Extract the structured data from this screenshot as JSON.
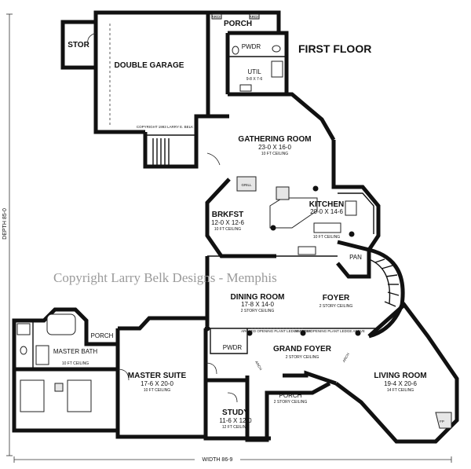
{
  "title": "FIRST FLOOR",
  "watermark": "Copyright Larry Belk Designs - Memphis",
  "copyright_note": "COPYRIGHT 1993 LARRY E. BELK",
  "dimensions": {
    "width": "WIDTH 86-9",
    "depth": "DEPTH 85-0"
  },
  "rooms": {
    "stor": {
      "name": "STOR"
    },
    "garage": {
      "name": "DOUBLE GARAGE"
    },
    "porch_top": {
      "name": "PORCH"
    },
    "arch_a": {
      "name": "ARCH"
    },
    "arch_b": {
      "name": "ARCH"
    },
    "pwdr_top": {
      "name": "PWDR"
    },
    "util": {
      "name": "UTIL",
      "size": "9-8 X 7-6"
    },
    "gathering": {
      "name": "GATHERING ROOM",
      "size": "23-0 X 16-0",
      "ceiling": "10 FT CEILING"
    },
    "kitchen": {
      "name": "KITCHEN",
      "size": "20-0 X 14-6",
      "ceiling": "10 FT CEILING"
    },
    "brkfst": {
      "name": "BRKFST",
      "size": "12-0 X 12-6",
      "ceiling": "10 FT CEILING"
    },
    "pan": {
      "name": "PAN"
    },
    "dining": {
      "name": "DINING ROOM",
      "size": "17-8 X 14-0",
      "ceiling": "2 STORY CEILING"
    },
    "foyer": {
      "name": "FOYER",
      "ceiling": "2 STORY CEILING"
    },
    "pwdr_mid": {
      "name": "PWDR"
    },
    "grand_foyer": {
      "name": "GRAND FOYER",
      "ceiling": "2 STORY CEILING"
    },
    "master_bath": {
      "name": "MASTER BATH",
      "ceiling": "10 FT CEILING"
    },
    "porch_left": {
      "name": "PORCH"
    },
    "master_suite": {
      "name": "MASTER SUITE",
      "size": "17-6 X 20-0",
      "ceiling": "10 FT CEILING"
    },
    "study": {
      "name": "STUDY",
      "size": "11-6 X 12-0",
      "ceiling": "12 FT CEILING"
    },
    "porch_front": {
      "name": "PORCH",
      "ceiling": "2 STORY CEILING"
    },
    "living": {
      "name": "LIVING ROOM",
      "size": "19-4 X 20-6",
      "ceiling": "14 FT CEILING"
    }
  },
  "notes": {
    "arch_opening_1": "ARCHED OPENING PLANT LEDGE ABOVE",
    "arch_opening_2": "ARCHED OPENING PLANT LEDGE ABOVE",
    "arch_left": "ARCH",
    "arch_right": "ARCH",
    "fp": "FP",
    "grill": "GRILL"
  }
}
